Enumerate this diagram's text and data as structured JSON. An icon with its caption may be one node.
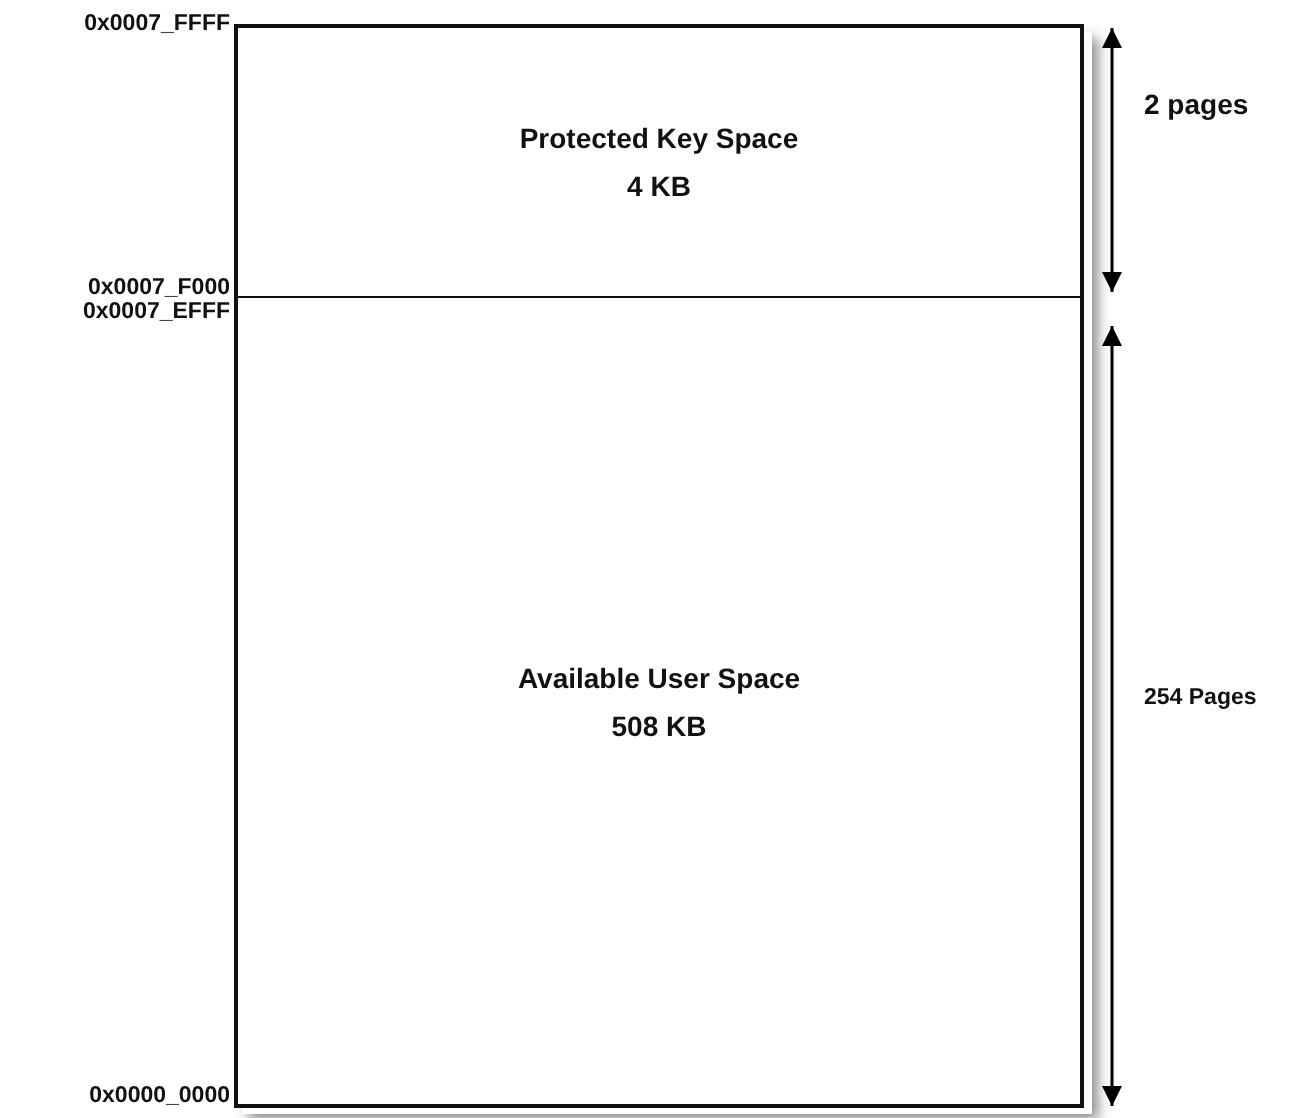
{
  "diagram": {
    "nodes": [
      {
        "text": [
          "Protected Key Space",
          "4 KB"
        ]
      },
      {
        "text": [
          "Available User Space",
          "508 KB"
        ]
      }
    ],
    "labels": [
      "0x0007_FFFF",
      "2 pages",
      "0x0007_F000",
      "0x0007_EFFF",
      "254 Pages",
      "0x0000_0000"
    ]
  }
}
